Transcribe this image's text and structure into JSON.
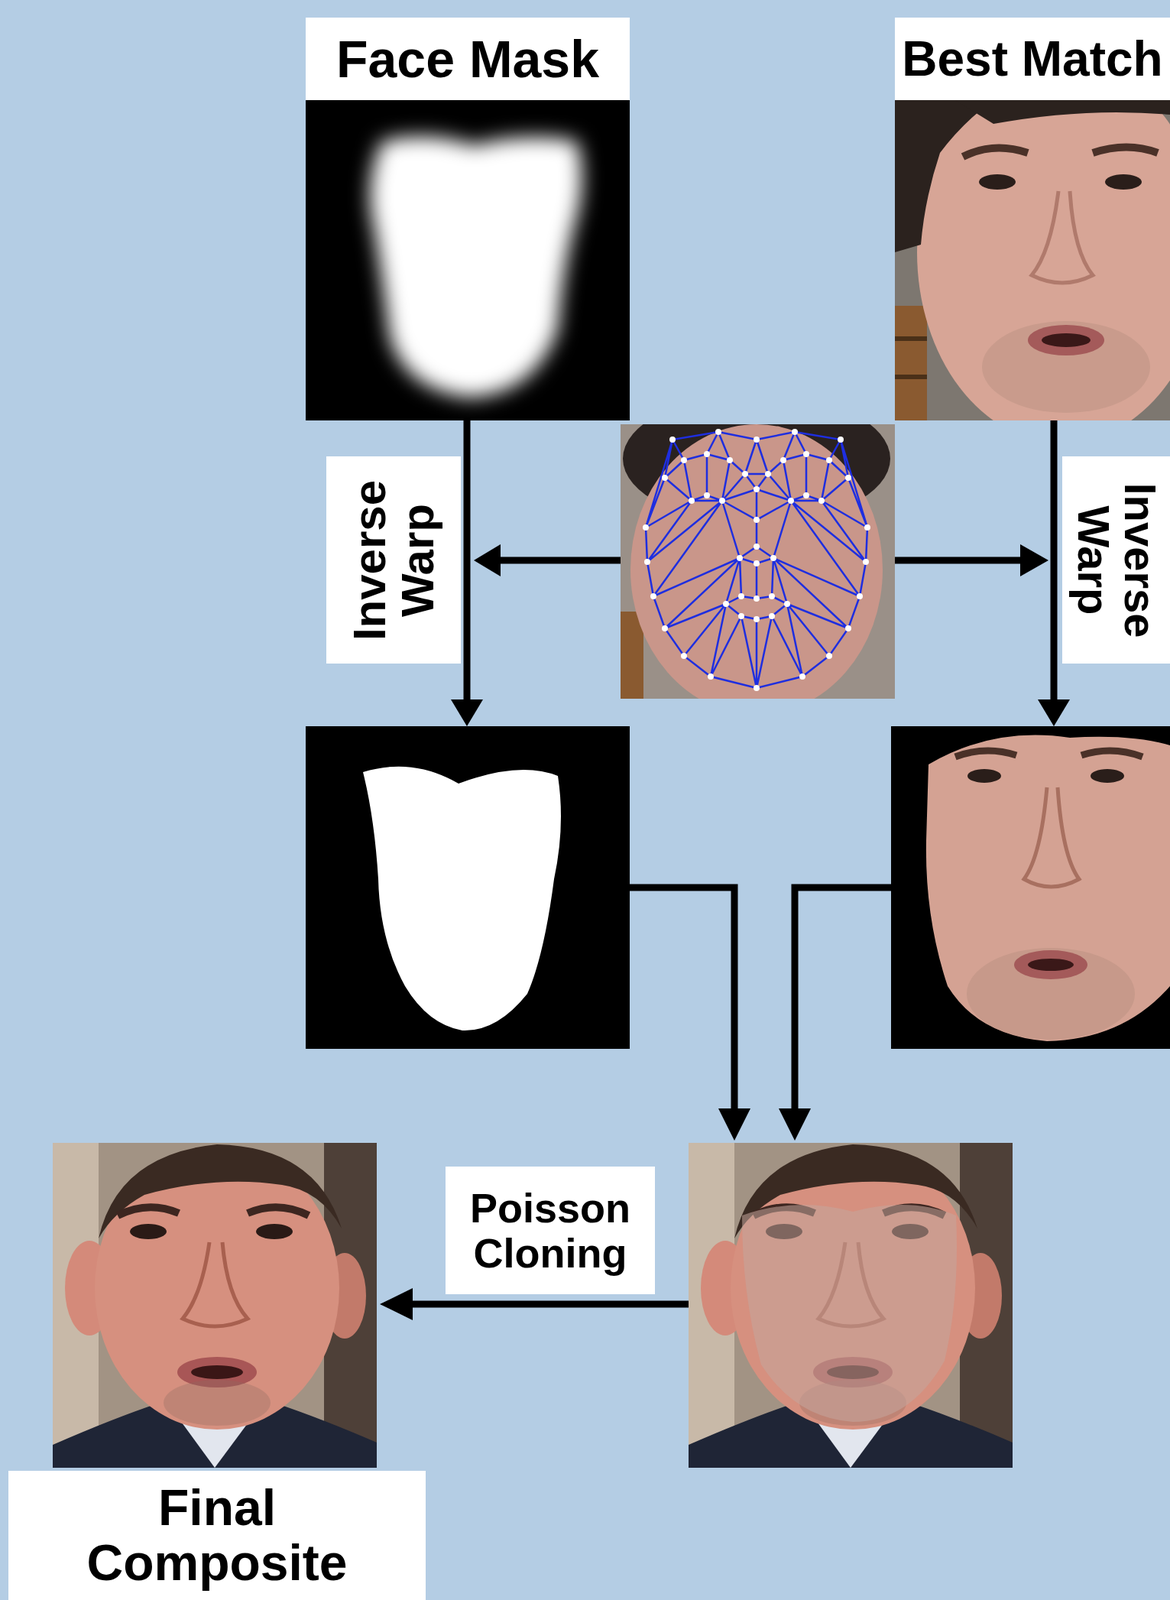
{
  "diagram": {
    "nodes": [
      {
        "text": [
          "Face Mask"
        ]
      },
      {
        "text": [
          "Best Match"
        ]
      },
      {
        "text": [
          "Inverse Warp"
        ]
      },
      {
        "text": [
          "Inverse Warp"
        ]
      },
      {
        "text": [
          "Poisson Cloning"
        ]
      },
      {
        "text": [
          "Final Composite"
        ]
      }
    ]
  }
}
